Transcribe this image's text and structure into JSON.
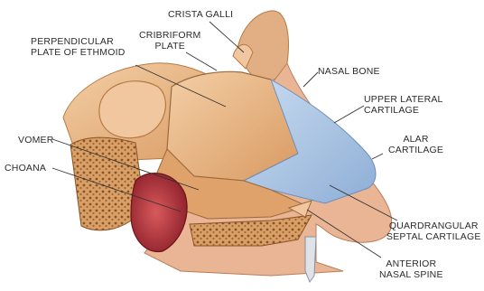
{
  "labels": {
    "crista_galli": [
      "CRISTA GALLI"
    ],
    "cribriform_plate": [
      "CRIBRIFORM",
      "PLATE"
    ],
    "perpendicular_plate": [
      "PERPENDICULAR",
      "PLATE OF ETHMOID"
    ],
    "nasal_bone": [
      "NASAL BONE"
    ],
    "upper_lateral_cartilage": [
      "UPPER LATERAL",
      "CARTILAGE"
    ],
    "alar_cartilage": [
      "ALAR",
      "CARTILAGE"
    ],
    "vomer": [
      "VOMER"
    ],
    "choana": [
      "CHOANA"
    ],
    "quadrangular_septal_cartilage": [
      "QUARDRANGULAR",
      "SEPTAL CARTILAGE"
    ],
    "anterior_nasal_spine": [
      "ANTERIOR",
      "NASAL SPINE"
    ]
  },
  "colors": {
    "bone": "#e7b98b",
    "bone_dark": "#c58a57",
    "tissue": "#e9a26b",
    "septal_cartilage": "#a9c4e3",
    "skin": "#e8b08e",
    "choana": "#b8323a",
    "leader_line": "#333333"
  }
}
